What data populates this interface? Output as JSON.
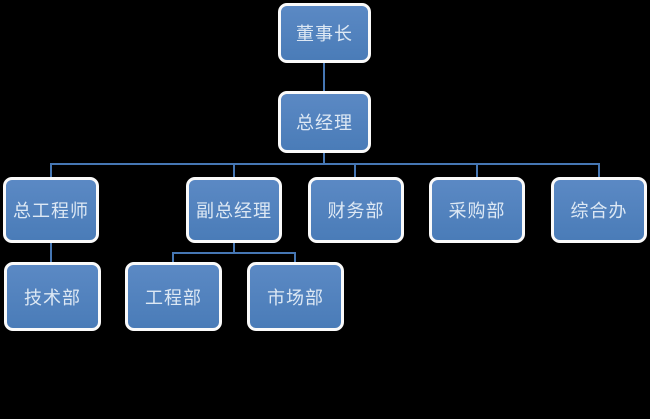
{
  "diagram": {
    "type": "org-chart",
    "colors": {
      "background": "#000000",
      "node_fill_top": "#5b89c4",
      "node_fill_bottom": "#4a7cb8",
      "node_border": "#fafafa",
      "node_text": "#dde8f4",
      "connector": "#4677b4"
    },
    "nodes": {
      "chairman": {
        "label": "董事长",
        "level": 1
      },
      "general_manager": {
        "label": "总经理",
        "level": 2
      },
      "chief_engineer": {
        "label": "总工程师",
        "level": 3
      },
      "deputy_general_manager": {
        "label": "副总经理",
        "level": 3
      },
      "finance_dept": {
        "label": "财务部",
        "level": 3
      },
      "procurement_dept": {
        "label": "采购部",
        "level": 3
      },
      "general_office": {
        "label": "综合办",
        "level": 3
      },
      "technical_dept": {
        "label": "技术部",
        "level": 4
      },
      "engineering_dept": {
        "label": "工程部",
        "level": 4
      },
      "marketing_dept": {
        "label": "市场部",
        "level": 4
      }
    },
    "edges": [
      {
        "from": "董事长",
        "to": "总经理"
      },
      {
        "from": "总经理",
        "to": "总工程师"
      },
      {
        "from": "总经理",
        "to": "副总经理"
      },
      {
        "from": "总经理",
        "to": "财务部"
      },
      {
        "from": "总经理",
        "to": "采购部"
      },
      {
        "from": "总经理",
        "to": "综合办"
      },
      {
        "from": "总工程师",
        "to": "技术部"
      },
      {
        "from": "副总经理",
        "to": "工程部"
      },
      {
        "from": "副总经理",
        "to": "市场部"
      }
    ]
  }
}
